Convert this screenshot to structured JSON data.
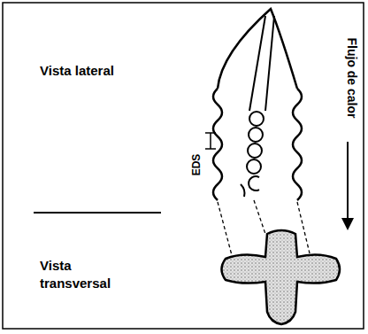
{
  "diagram": {
    "labels": [
      "Vista lateral",
      "Vista transversal",
      "EDS",
      "Flujo de calor"
    ]
  }
}
